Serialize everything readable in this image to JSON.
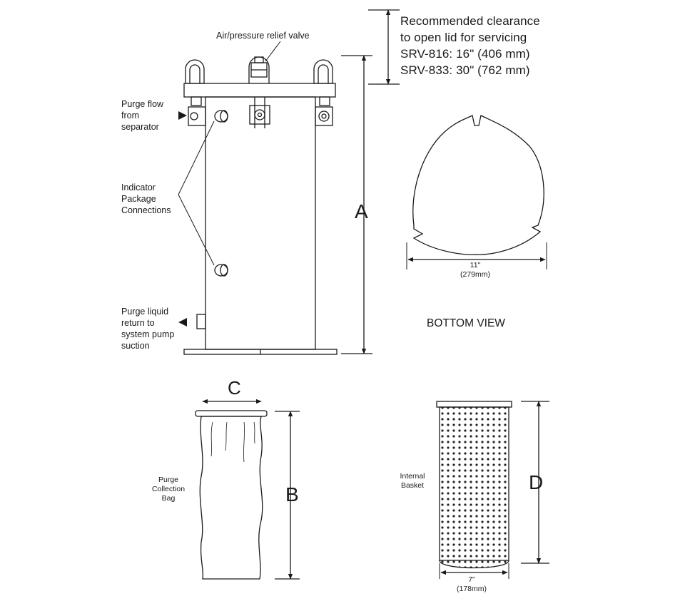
{
  "clearance_note": "Recommended clearance\nto open lid for servicing\nSRV-816: 16\" (406 mm)\nSRV-833: 30\" (762 mm)",
  "labels": {
    "relief_valve": "Air/pressure relief valve",
    "purge_flow": "Purge flow\nfrom\nseparator",
    "indicator_connections": "Indicator\nPackage\nConnections",
    "purge_return": "Purge liquid\nreturn to\nsystem pump\nsuction",
    "bottom_view": "BOTTOM VIEW",
    "collection_bag": "Purge\nCollection\nBag",
    "internal_basket": "Internal\nBasket"
  },
  "dimensions": {
    "a": "A",
    "b": "B",
    "c": "C",
    "d": "D",
    "bottom_width": "11\"\n(279mm)",
    "basket_width": "7\"\n(178mm)"
  }
}
